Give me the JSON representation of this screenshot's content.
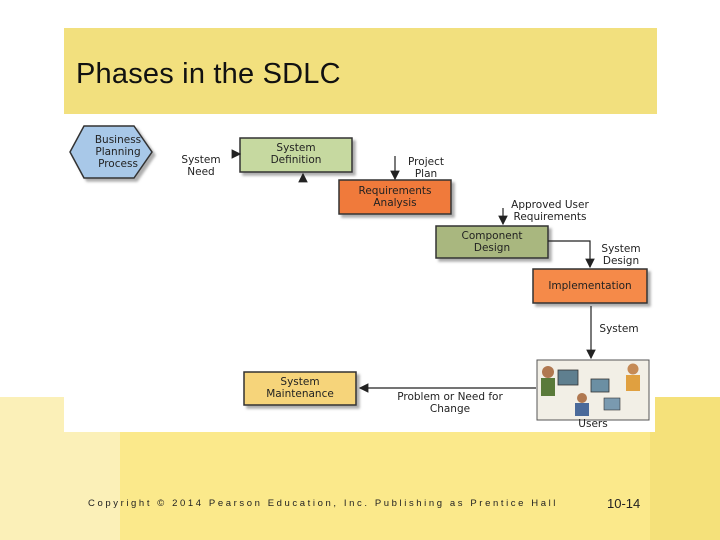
{
  "slide": {
    "title": "Phases in the SDLC",
    "footer": "Copyright © 2014 Pearson Education, Inc. Publishing as Prentice Hall",
    "page_number": "10-14"
  },
  "diagram": {
    "boxes": {
      "business_planning": "Business Planning Process",
      "system_definition": "System Definition",
      "requirements_analysis": "Requirements Analysis",
      "component_design": "Component Design",
      "implementation": "Implementation",
      "system_maintenance": "System Maintenance"
    },
    "notes": {
      "system_need": "System Need",
      "project_plan": "Project Plan",
      "approved_user_requirements": "Approved User Requirements",
      "system_design": "System Design",
      "system": "System",
      "problem_or_need": "Problem or Need for Change",
      "users": "Users"
    },
    "colors": {
      "hexagon": "#a8c8e8",
      "system_definition": "#c6d9a0",
      "requirements_analysis": "#f07a3a",
      "component_design": "#a9b77f",
      "implementation": "#f58a4a",
      "system_maintenance": "#f6d47a"
    }
  }
}
